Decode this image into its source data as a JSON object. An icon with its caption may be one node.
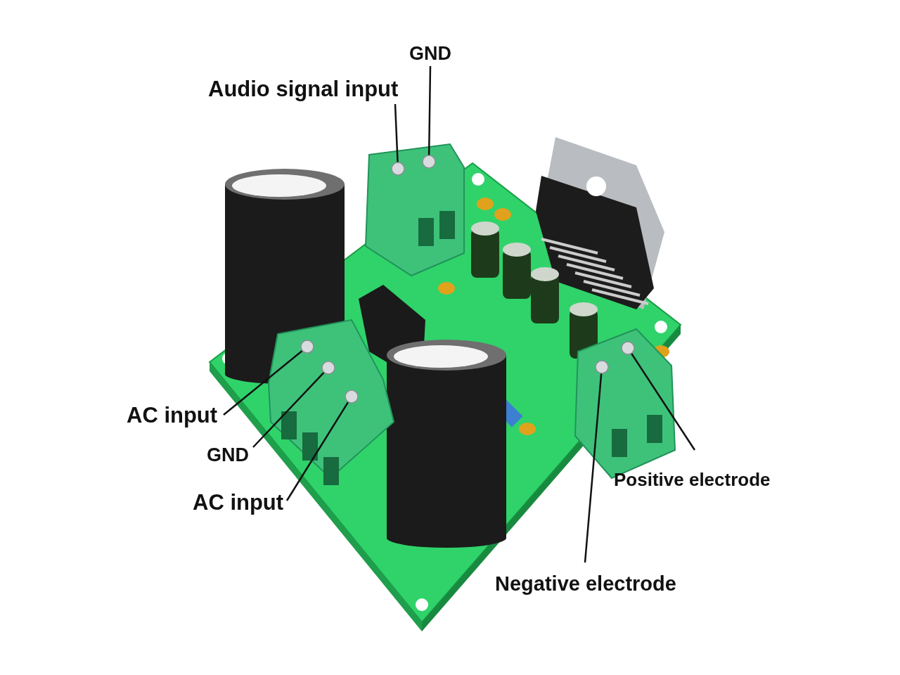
{
  "diagram": {
    "nodes": [
      {
        "text": [
          "GND"
        ]
      },
      {
        "text": [
          "Audio signal input"
        ]
      },
      {
        "text": [
          "AC input"
        ]
      },
      {
        "text": [
          "GND"
        ]
      },
      {
        "text": [
          "AC input"
        ]
      },
      {
        "text": [
          "Positive electrode"
        ]
      },
      {
        "text": [
          "Negative electrode"
        ]
      },
      {
        "text": [],
        "shape": "circle"
      },
      {
        "text": [],
        "shape": "circle"
      },
      {
        "text": [],
        "shape": "circle"
      },
      {
        "text": [],
        "shape": "circle"
      },
      {
        "text": [],
        "shape": "circle"
      },
      {
        "text": [],
        "shape": "circle"
      },
      {
        "text": [],
        "shape": "circle"
      }
    ],
    "edges": [
      {
        "from": 0,
        "to": 8,
        "arrow": "none"
      },
      {
        "from": 1,
        "to": 7,
        "arrow": "none"
      },
      {
        "from": 2,
        "to": 9,
        "arrow": "none"
      },
      {
        "from": 3,
        "to": 10,
        "arrow": "none"
      },
      {
        "from": 4,
        "to": 11,
        "arrow": "none"
      },
      {
        "from": 5,
        "to": 13,
        "arrow": "none"
      },
      {
        "from": 6,
        "to": 12,
        "arrow": "none"
      }
    ]
  }
}
